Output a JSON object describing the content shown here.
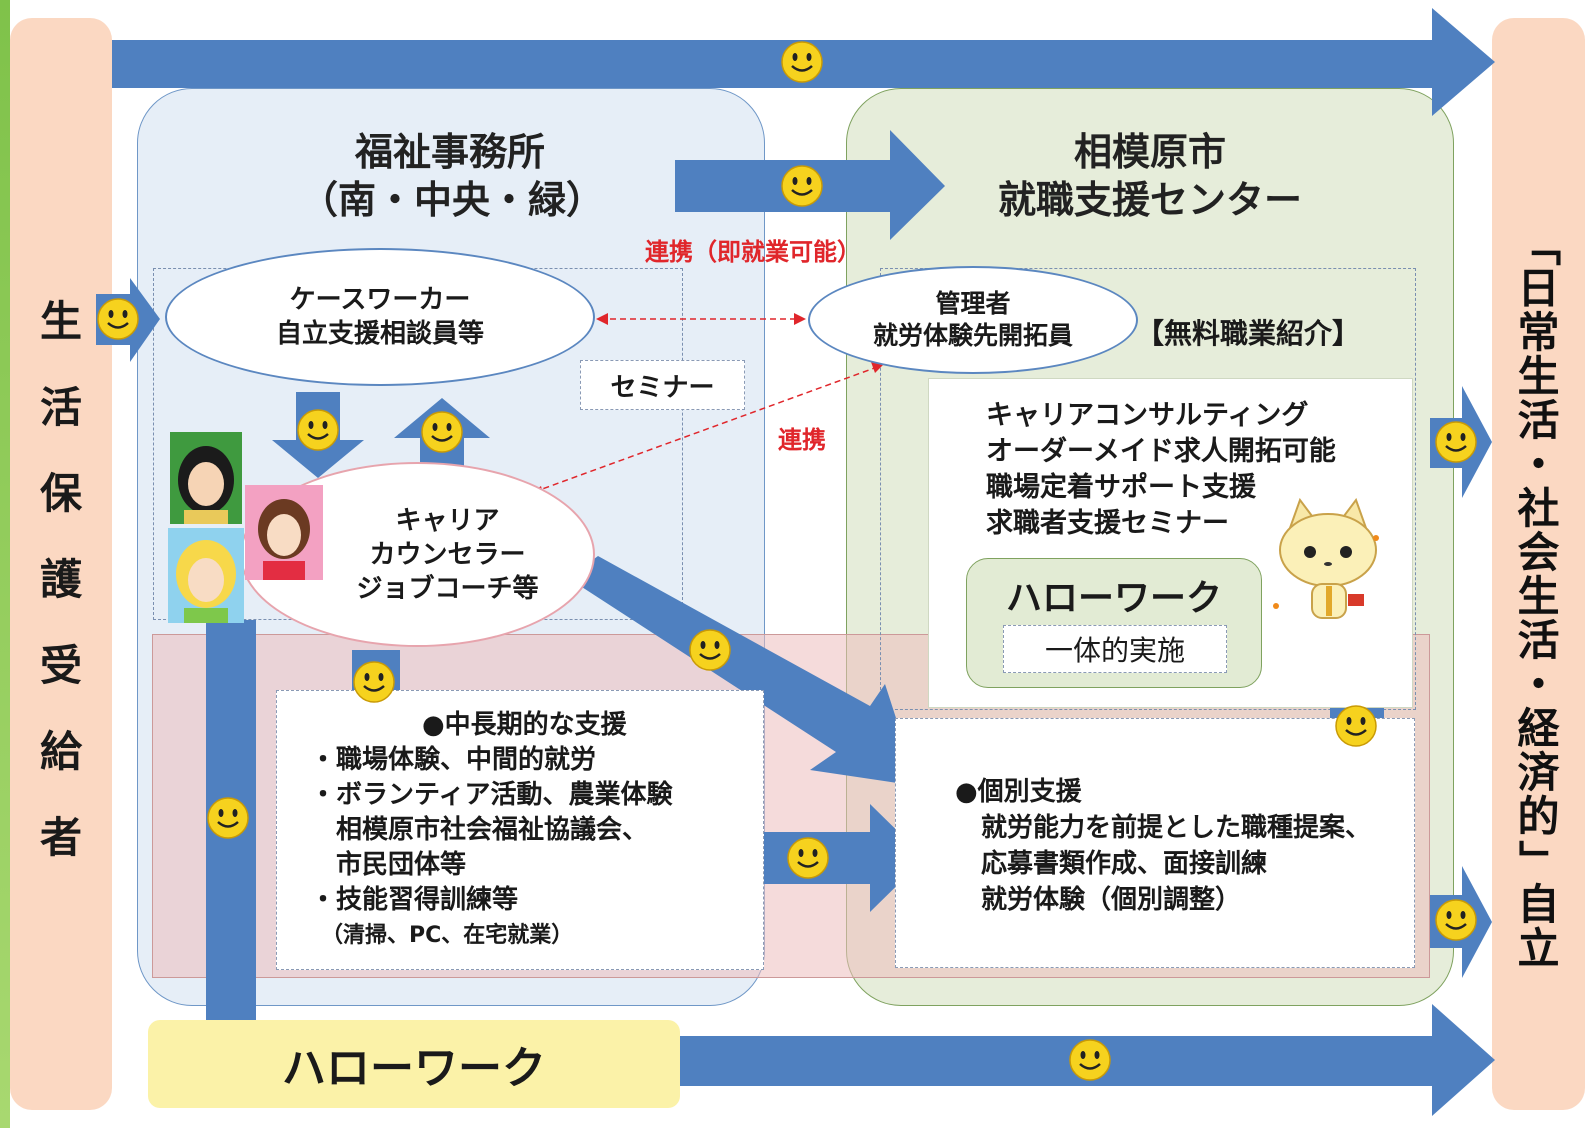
{
  "left_column": {
    "chars": [
      "生",
      "活",
      "保",
      "護",
      "受",
      "給",
      "者"
    ]
  },
  "right_column": {
    "text": "「日常生活・社会生活・経済的」自立"
  },
  "welfare_office": {
    "title_line1": "福祉事務所",
    "title_line2": "（南・中央・緑）"
  },
  "employment_center": {
    "title_line1": "相模原市",
    "title_line2": "就職支援センター"
  },
  "links": {
    "immediate": "連携（即就業可能）",
    "coop": "連携"
  },
  "caseworker": {
    "line1": "ケースワーカー",
    "line2": "自立支援相談員等"
  },
  "seminar": "セミナー",
  "counselor": {
    "line1": "キャリア",
    "line2": "カウンセラー",
    "line3": "ジョブコーチ等"
  },
  "manager": {
    "line1": "管理者",
    "line2": "就労体験先開拓員"
  },
  "free_placement": "【無料職業紹介】",
  "services": [
    "キャリアコンサルティング",
    "オーダーメイド求人開拓可能",
    "職場定着サポート支援",
    "求職者支援セミナー"
  ],
  "hellowork_inner": {
    "title": "ハローワーク",
    "sub": "一体的実施"
  },
  "long_term": {
    "heading": "●中長期的な支援",
    "lines": [
      "・職場体験、中間的就労",
      "・ボランティア活動、農業体験",
      "　相模原市社会福祉協議会、",
      "　市民団体等",
      "・技能習得訓練等",
      "　（清掃、PC、在宅就業）"
    ]
  },
  "individual": {
    "heading": "●個別支援",
    "lines": [
      "就労能力を前提とした職種提案、",
      "応募書類作成、面接訓練",
      "就労体験（個別調整）"
    ]
  },
  "hellowork_bottom": "ハローワーク",
  "colors": {
    "arrow": "#4f80c0",
    "left_col": "#fbd8c2",
    "smiley": "#f6d21e",
    "link_red": "#e0262b"
  }
}
